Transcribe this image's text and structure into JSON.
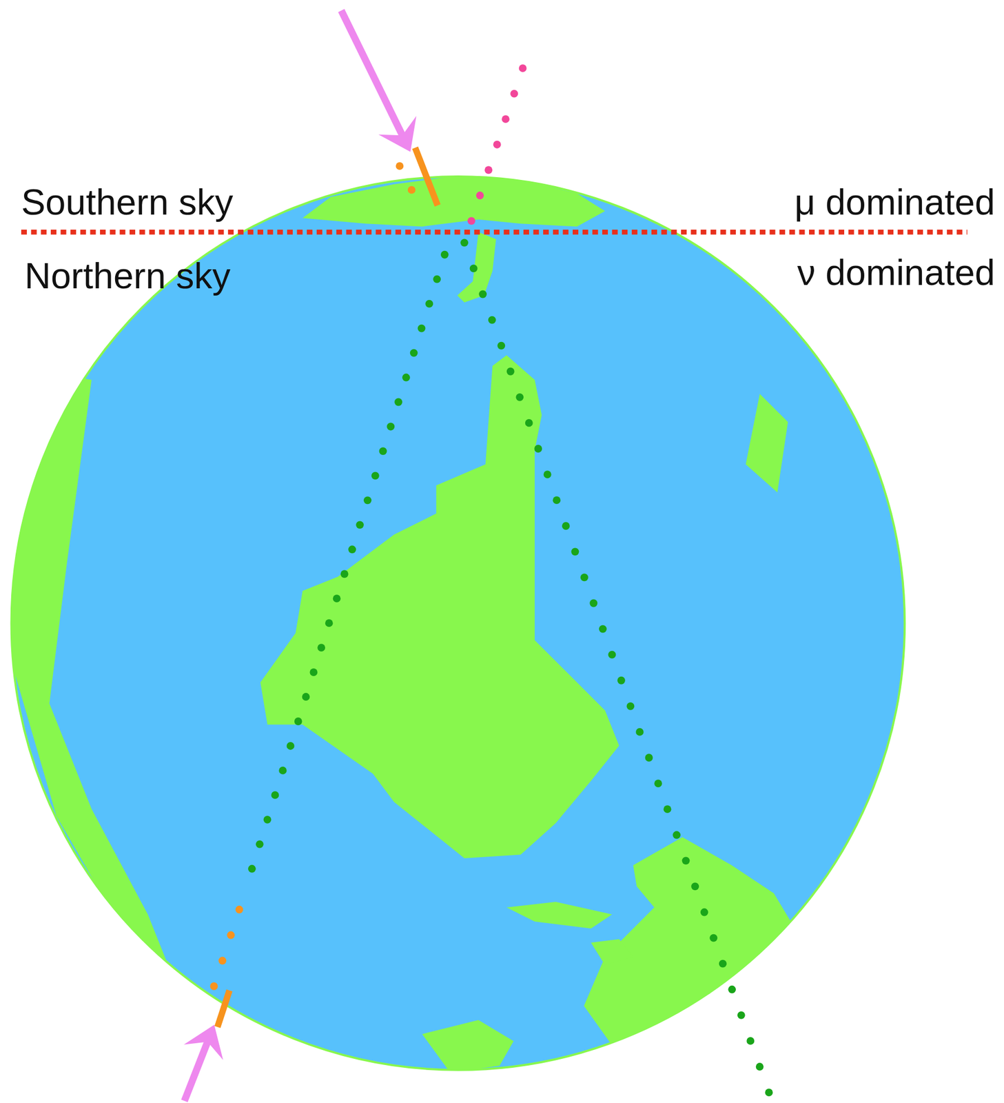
{
  "diagram": {
    "labels": [
      "Southern sky",
      "Northern sky",
      "μ dominated",
      "ν dominated"
    ]
  }
}
